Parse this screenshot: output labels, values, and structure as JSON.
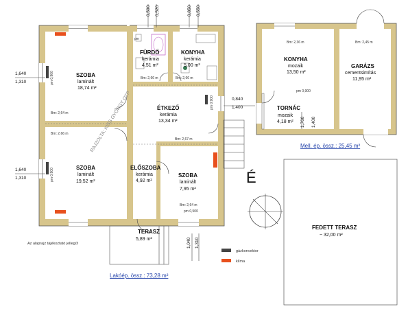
{
  "rooms": {
    "szoba1": {
      "name": "SZOBA",
      "floor": "laminált",
      "area": "18,74 m²",
      "bm": "Bm: 2,64 m"
    },
    "szoba2": {
      "name": "SZOBA",
      "floor": "laminált",
      "area": "19,52 m²",
      "bm": "Bm: 2,66 m"
    },
    "furdo": {
      "name": "FÜRDŐ",
      "floor": "kerámia",
      "area": "4,51 m²",
      "bm": "Bm: 2,66 m"
    },
    "konyha": {
      "name": "KONYHA",
      "floor": "kerámia",
      "area": "5,00 m²",
      "bm": "Bm: 2,66 m"
    },
    "etkezo": {
      "name": "ÉTKEZŐ",
      "floor": "kerámia",
      "area": "13,34 m²",
      "bm": "Bm: 2,67 m"
    },
    "eloszoba": {
      "name": "ELŐSZOBA",
      "floor": "kerámia",
      "area": "4,92 m²"
    },
    "szoba3": {
      "name": "SZOBA",
      "floor": "laminált",
      "area": "7,95 m²",
      "bm": "Bm: 2,64 m"
    },
    "terasz": {
      "name": "TERASZ",
      "area": "5,89 m²"
    },
    "konyha2": {
      "name": "KONYHA",
      "floor": "mozaik",
      "area": "13,50 m²",
      "bm": "Bm: 2,36 m"
    },
    "garazs": {
      "name": "GARÁZS",
      "floor": "cementsimítás",
      "area": "11,95 m²",
      "bm": "Bm: 2,45 m"
    },
    "tornac": {
      "name": "TORNÁC",
      "floor": "mozaik",
      "area": "4,18 m²"
    },
    "fedett": {
      "name": "FEDETT TERASZ",
      "area": "~ 32,00 m²"
    }
  },
  "dims": {
    "w1a": "1,640",
    "w1b": "1,310",
    "w2a": "1,640",
    "w2b": "1,310",
    "pm1": "pm 0,900",
    "pm2": "pm 0,900",
    "pm3": "pm 0,900",
    "pm4": "pm 0,900",
    "pm5": "pm 0,500",
    "top1": "0,590",
    "top2": "0,520",
    "top3": "0,850",
    "top4": "0,550",
    "r1": "0,840",
    "r2": "1,400",
    "r3": "1,760",
    "r4": "1,400",
    "b1": "1,040",
    "b2": "1,310",
    "pm_small": "pm"
  },
  "labels": {
    "watermark": "RAJZOLTA: KISS GYÖRGY OTP",
    "north": "É",
    "note": "Az alaprajz tájékoztató jellegű!",
    "legend_gas": "gázkonvektor",
    "legend_ac": "klíma",
    "total_main": "Lakóép. össz.: 73,28 m²",
    "total_side": "Mell. ép. össz.: 25,45 m²"
  }
}
